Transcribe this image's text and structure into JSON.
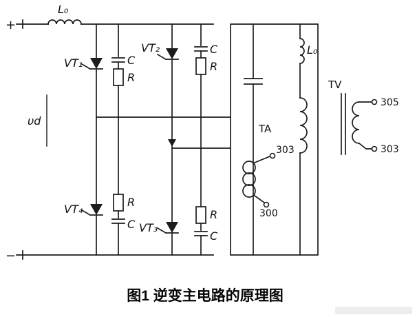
{
  "figure": {
    "caption": "图1  逆变主电路的原理图"
  },
  "source": {
    "dc_positive": "+",
    "dc_negative": "−",
    "dc_voltage": "υd",
    "filter_inductor": "L₀"
  },
  "bridge": {
    "vt1": "VT₁",
    "vt2": "VT₂",
    "vt3": "VT₃",
    "vt4": "VT₄",
    "snubber_capacitor": "C",
    "snubber_resistor": "R"
  },
  "load": {
    "commutation_inductor": "L₀",
    "current_transformer": "TA",
    "voltage_transformer": "TV",
    "ta_terminal_top": "303",
    "ta_terminal_bottom": "300",
    "tv_terminal_top": "305",
    "tv_terminal_bottom": "303"
  },
  "colors": {
    "wire": "#1c1c1c",
    "background": "#ffffff"
  }
}
